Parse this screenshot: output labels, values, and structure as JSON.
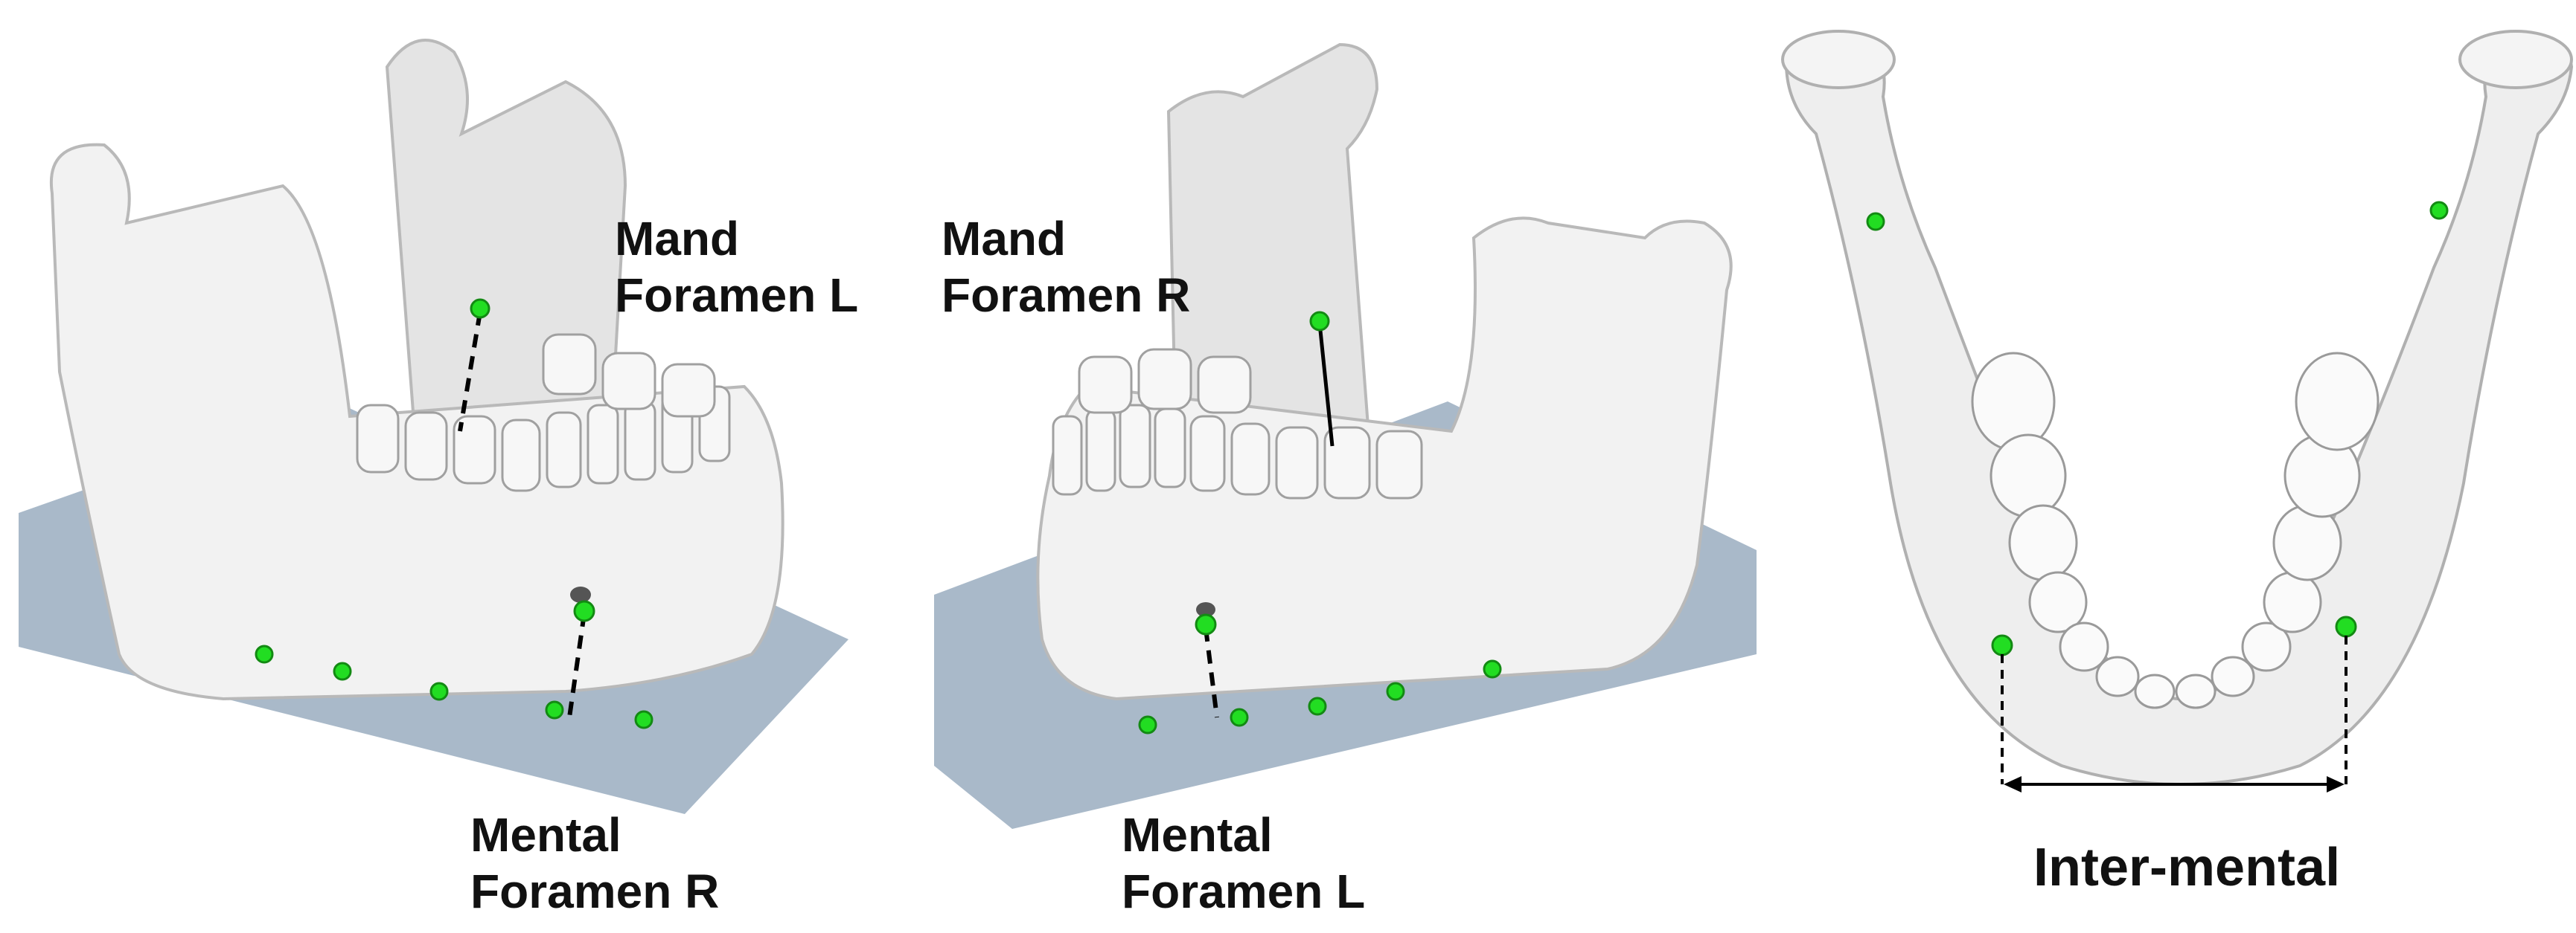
{
  "colors": {
    "bone": "#f2f2f2",
    "bone_shadow": "#b9b9b9",
    "plane": "#a9b9c9",
    "landmark": "#22dd22",
    "line": "#000000",
    "text": "#111111"
  },
  "panels": {
    "left": {
      "mand_label": [
        "Mand",
        "Foramen L"
      ],
      "mental_label": [
        "Mental",
        "Foramen R"
      ]
    },
    "middle": {
      "mand_label": [
        "Mand",
        "Foramen R"
      ],
      "mental_label": [
        "Mental",
        "Foramen L"
      ]
    },
    "right": {
      "measure_label": "Inter-mental"
    }
  }
}
